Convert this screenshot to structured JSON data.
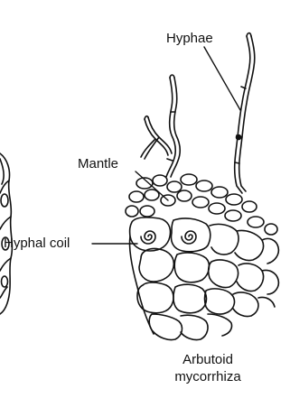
{
  "labels": {
    "hyphae": "Hyphae",
    "mantle": "Mantle",
    "hyphal_coil": "Hyphal coil"
  },
  "caption": {
    "line1": "Arbutoid",
    "line2": "mycorrhiza"
  },
  "colors": {
    "ink": "#111111",
    "background": "#ffffff"
  }
}
